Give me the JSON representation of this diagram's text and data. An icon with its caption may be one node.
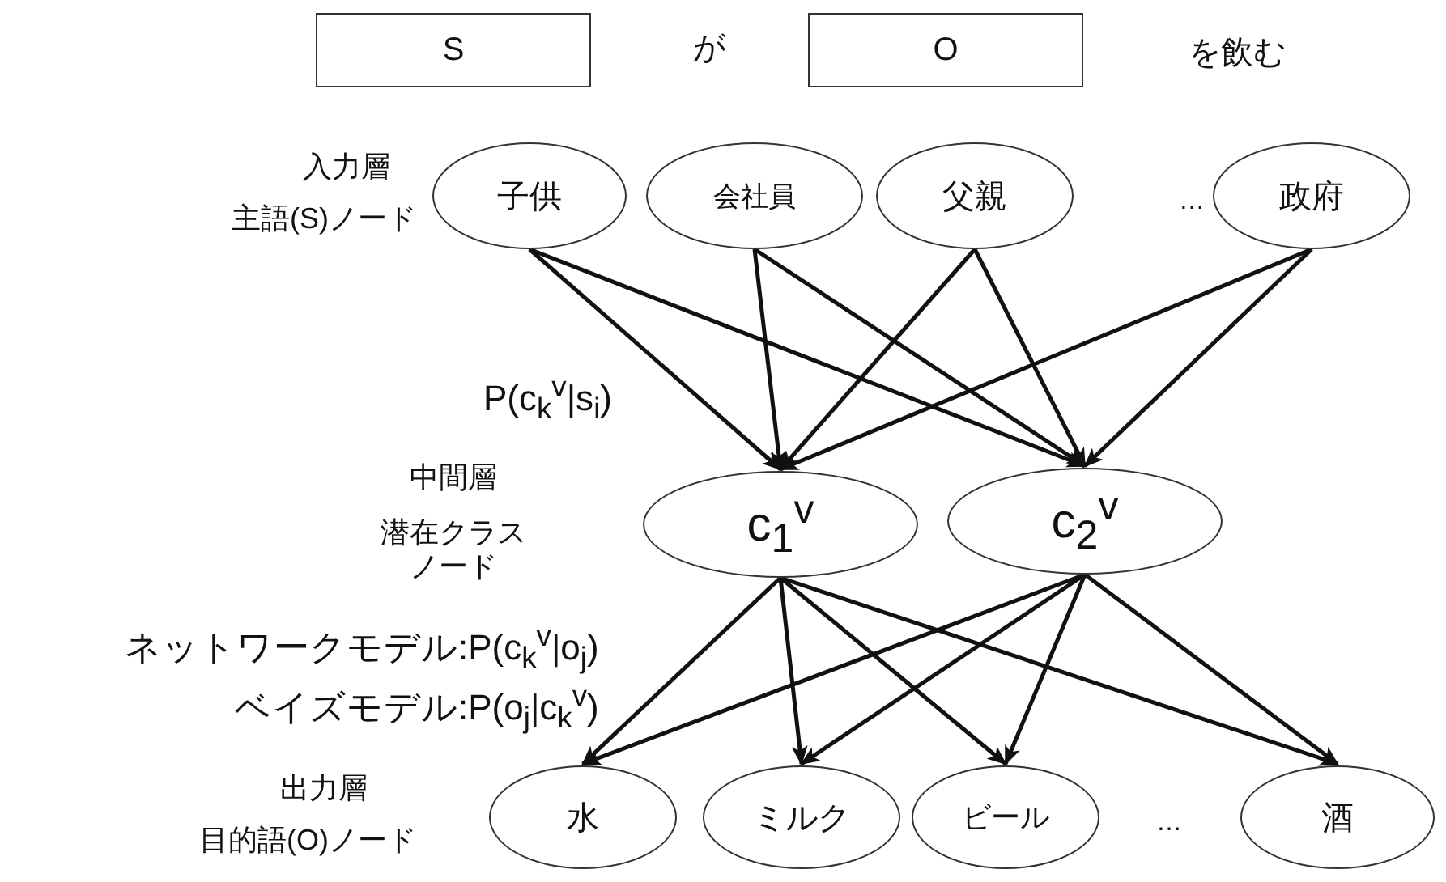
{
  "diagram": {
    "nodes": [
      {
        "text": [
          "S"
        ]
      },
      {
        "text": [
          "O"
        ]
      },
      {
        "text": [
          "子供"
        ]
      },
      {
        "text": [
          "会社員"
        ]
      },
      {
        "text": [
          "父親"
        ]
      },
      {
        "text": [
          "政府"
        ]
      },
      {
        "text": [
          "c$_{1}$$^{v}$"
        ]
      },
      {
        "text": [
          "c$_{2}$$^{v}$"
        ]
      },
      {
        "text": [
          "水"
        ]
      },
      {
        "text": [
          "ミルク"
        ]
      },
      {
        "text": [
          "ビール"
        ]
      },
      {
        "text": [
          "酒"
        ]
      }
    ],
    "edges": [
      {
        "from": 2,
        "to": 6,
        "arrow": "to"
      },
      {
        "from": 2,
        "to": 7,
        "arrow": "to"
      },
      {
        "from": 3,
        "to": 6,
        "arrow": "to"
      },
      {
        "from": 3,
        "to": 7,
        "arrow": "to"
      },
      {
        "from": 4,
        "to": 6,
        "arrow": "to"
      },
      {
        "from": 4,
        "to": 7,
        "arrow": "to"
      },
      {
        "from": 5,
        "to": 6,
        "arrow": "to"
      },
      {
        "from": 5,
        "to": 7,
        "arrow": "to"
      },
      {
        "from": 6,
        "to": 8,
        "arrow": "to"
      },
      {
        "from": 6,
        "to": 9,
        "arrow": "to"
      },
      {
        "from": 6,
        "to": 10,
        "arrow": "to"
      },
      {
        "from": 6,
        "to": 11,
        "arrow": "to"
      },
      {
        "from": 7,
        "to": 8,
        "arrow": "to"
      },
      {
        "from": 7,
        "to": 9,
        "arrow": "to"
      },
      {
        "from": 7,
        "to": 10,
        "arrow": "to"
      },
      {
        "from": 7,
        "to": 11,
        "arrow": "to"
      }
    ],
    "labels": [
      "が",
      "を飲む",
      "入力層",
      "主語(S)ノード",
      "…",
      "P(c$_{k}$$^{v}$|s$_{i}$)",
      "中間層",
      "潜在クラスノード",
      "ネットワークモデル:P(c$_{k}$$^{v}$|o$_{j}$)",
      "ベイズモデル:P(o$_{j}$|c$_{k}$$^{v}$)",
      "出力層",
      "目的語(O)ノード",
      "…"
    ]
  }
}
